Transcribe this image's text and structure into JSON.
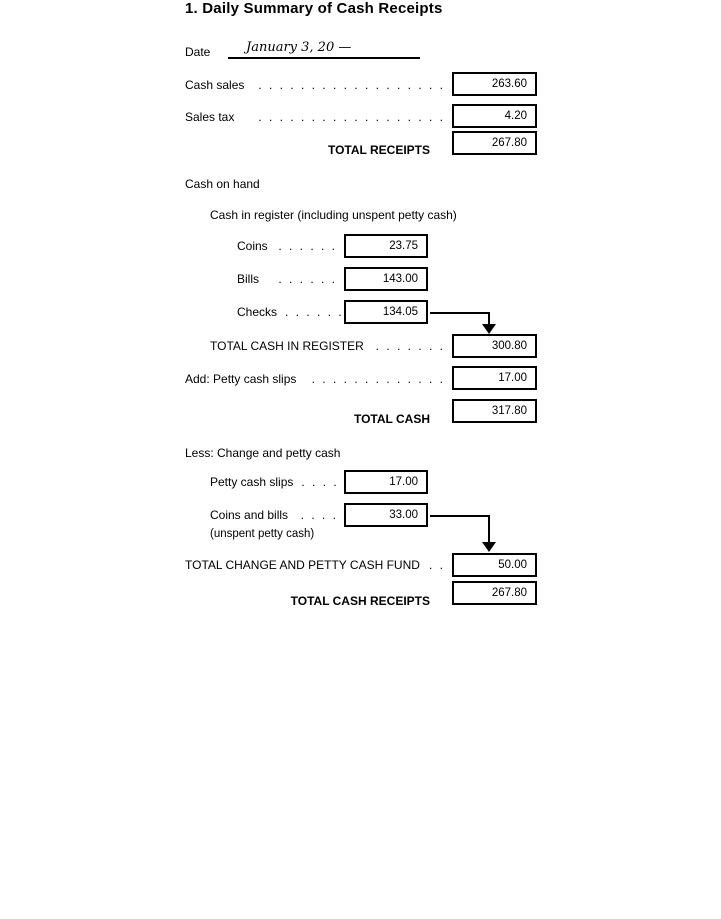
{
  "form": {
    "title": "1. Daily Summary of Cash Receipts",
    "date": {
      "label": "Date",
      "value": "January 3, 20 —"
    },
    "rows": {
      "cash_sales": {
        "label": "Cash sales",
        "leader": ". . . . . . . . . . . . . . . . . .",
        "value": "263.60"
      },
      "sales_tax": {
        "label": "Sales tax",
        "leader": ". . . . . . . . . . . . . . . . . .",
        "value": "4.20"
      },
      "total_receipts": {
        "label": "TOTAL RECEIPTS",
        "value": "267.80"
      },
      "cash_on_hand": {
        "label": "Cash on hand"
      },
      "cash_in_register": {
        "label": "Cash in register (including unspent petty cash)"
      },
      "coins": {
        "label": "Coins",
        "leader": ". . . . . .",
        "value": "23.75"
      },
      "bills": {
        "label": "Bills",
        "leader": ". . . . . .",
        "value": "143.00"
      },
      "checks": {
        "label": "Checks",
        "leader": ". . . . . .",
        "value": "134.05"
      },
      "total_cash_in_register": {
        "label": "TOTAL CASH IN REGISTER",
        "leader": ". . . . . . .",
        "value": "300.80"
      },
      "petty_cash_slips_add": {
        "label": "Add: Petty cash slips",
        "leader": ". . . . . . . . . . . . .",
        "value": "17.00"
      },
      "total_cash": {
        "label": "TOTAL CASH",
        "value": "317.80"
      },
      "less_change": {
        "label": "Less: Change and petty cash"
      },
      "petty_cash_slips": {
        "label": "Petty cash slips",
        "leader": ". . . .",
        "value": "17.00"
      },
      "coins_and_bills": {
        "label": "Coins and bills",
        "leader": ". . . .",
        "value": "33.00",
        "sublabel": "(unspent petty cash)"
      },
      "total_change_fund": {
        "label": "TOTAL CHANGE AND PETTY CASH FUND",
        "leader": ". .",
        "value": "50.00"
      },
      "total_cash_receipts": {
        "label": "TOTAL CASH RECEIPTS",
        "value": "267.80"
      }
    }
  }
}
